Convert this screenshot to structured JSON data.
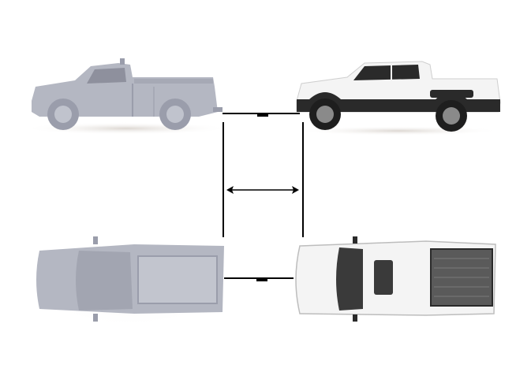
{
  "colors": {
    "background": "#ffffff",
    "gray_truck": "#b4b7c2",
    "gray_truck_dark": "#9a9dab",
    "white_truck": "#f4f4f4",
    "trim": "#2a2a2a",
    "line": "#000000"
  },
  "vehicles": [
    {
      "id": "gray-truck-side",
      "view": "side",
      "color": "gray"
    },
    {
      "id": "white-truck-side",
      "view": "side",
      "color": "white"
    },
    {
      "id": "gray-truck-top",
      "view": "top",
      "color": "gray"
    },
    {
      "id": "white-truck-top",
      "view": "top",
      "color": "white"
    }
  ],
  "icons": {
    "comparison_arrow": "double-headed-arrow"
  }
}
